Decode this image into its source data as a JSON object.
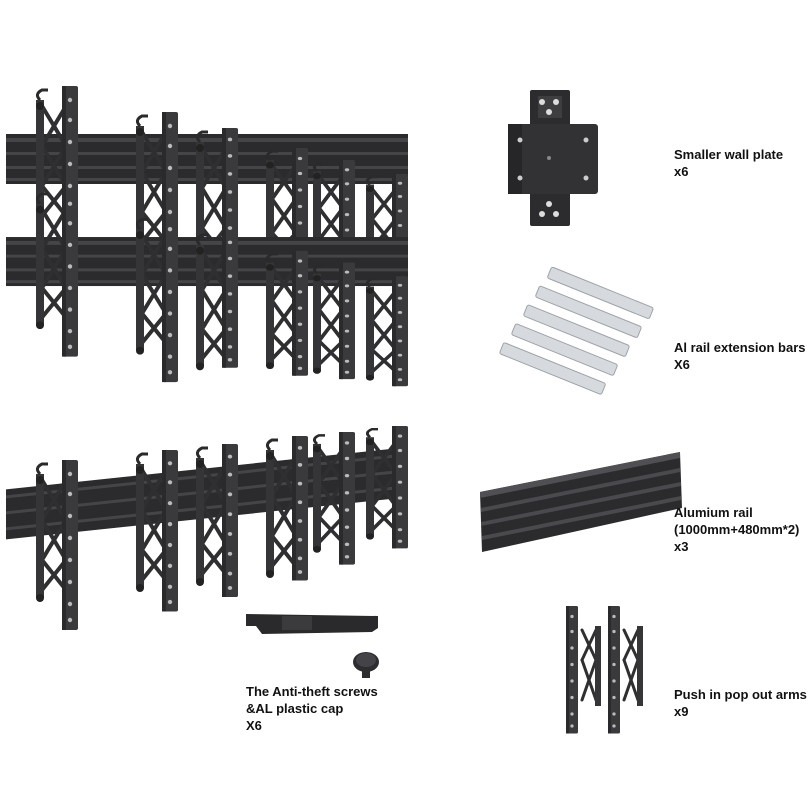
{
  "colors": {
    "metal_dark": "#2e2e30",
    "metal_mid": "#3d3d40",
    "metal_light": "#4f4f53",
    "aluminium": "#d4d7db",
    "text": "#111111"
  },
  "labels": {
    "wall_plate": {
      "line1": "Smaller wall plate",
      "line2": "x6"
    },
    "extension_bars": {
      "line1": "Al rail extension bars",
      "line2": "X6"
    },
    "alu_rail": {
      "line1": "Alumium rail",
      "line2": "(1000mm+480mm*2)",
      "line3": "x3"
    },
    "arms": {
      "line1": "Push in pop out arms",
      "line2": "x9"
    },
    "screws": {
      "line1": "The Anti-theft screws",
      "line2": "&AL plastic cap",
      "line3": "X6"
    }
  },
  "icons": [
    "video-wall-mount-assembly",
    "wall-plate",
    "extension-bar",
    "aluminium-rail",
    "pop-out-arm",
    "plastic-cap",
    "anti-theft-screw"
  ]
}
